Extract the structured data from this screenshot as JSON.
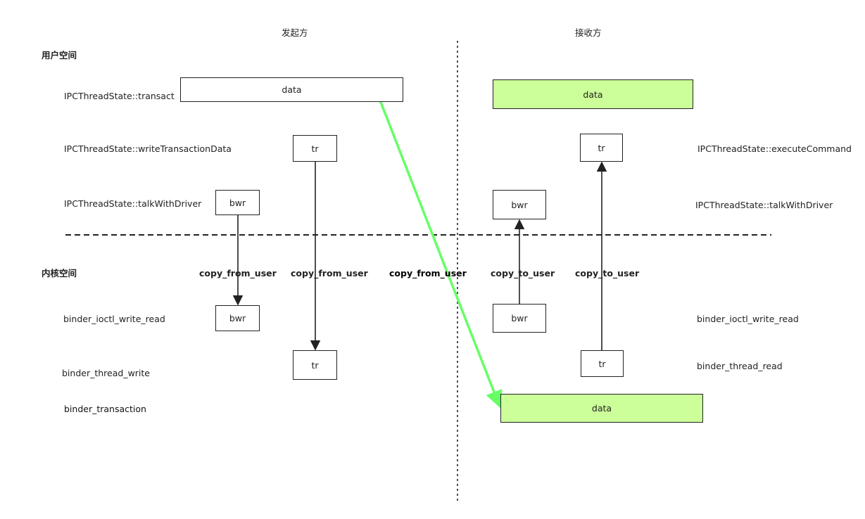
{
  "headers": {
    "sender": "发起方",
    "receiver": "接收方"
  },
  "sections": {
    "user_space": "用户空间",
    "kernel_space": "内核空间"
  },
  "sender_functions": {
    "transact": "IPCThreadState::transact",
    "write_transaction_data": "IPCThreadState::writeTransactionData",
    "talk_with_driver": "IPCThreadState::talkWithDriver",
    "ioctl_write_read": "binder_ioctl_write_read",
    "thread_write": "binder_thread_write",
    "transaction": "binder_transaction"
  },
  "receiver_functions": {
    "execute_command": "IPCThreadState::executeCommand",
    "talk_with_driver": "IPCThreadState::talkWithDriver",
    "ioctl_write_read": "binder_ioctl_write_read",
    "thread_read": "binder_thread_read"
  },
  "copy_labels": {
    "sender_bwr": "copy_from_user",
    "sender_tr": "copy_from_user",
    "data": "copy_from_user",
    "receiver_bwr": "copy_to_user",
    "receiver_tr": "copy_to_user"
  },
  "boxes": {
    "sender_data": "data",
    "sender_tr_user": "tr",
    "sender_bwr_user": "bwr",
    "sender_bwr_kernel": "bwr",
    "sender_tr_kernel": "tr",
    "receiver_data_user": "data",
    "receiver_tr_user": "tr",
    "receiver_bwr_user": "bwr",
    "receiver_bwr_kernel": "bwr",
    "receiver_tr_kernel": "tr",
    "receiver_data_kernel": "data"
  },
  "colors": {
    "highlight_fill": "#ccff99",
    "data_arrow": "#66ff66",
    "stroke": "#222222"
  }
}
